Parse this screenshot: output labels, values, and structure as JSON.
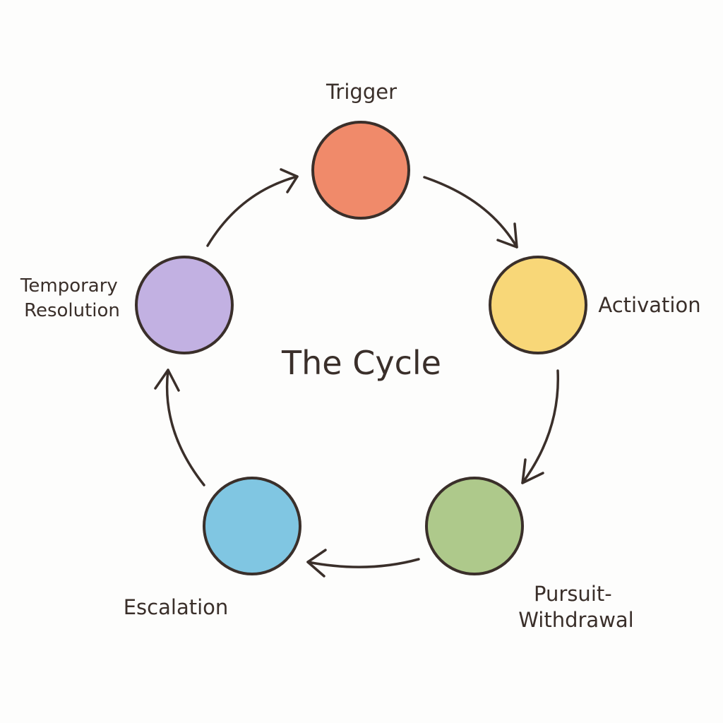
{
  "diagram": {
    "center_title": "The Cycle",
    "stages": [
      {
        "label_lines": [
          "Trigger"
        ],
        "color": "#f08a6a"
      },
      {
        "label_lines": [
          "Activation"
        ],
        "color": "#f8d778"
      },
      {
        "label_lines": [
          "Pursuit-",
          "Withdrawal"
        ],
        "color": "#aec98b"
      },
      {
        "label_lines": [
          "Escalation"
        ],
        "color": "#80c6e2"
      },
      {
        "label_lines": [
          "Temporary",
          "Resolution"
        ],
        "color": "#c2b1e2"
      }
    ],
    "outline_color": "#3a2f2a"
  }
}
